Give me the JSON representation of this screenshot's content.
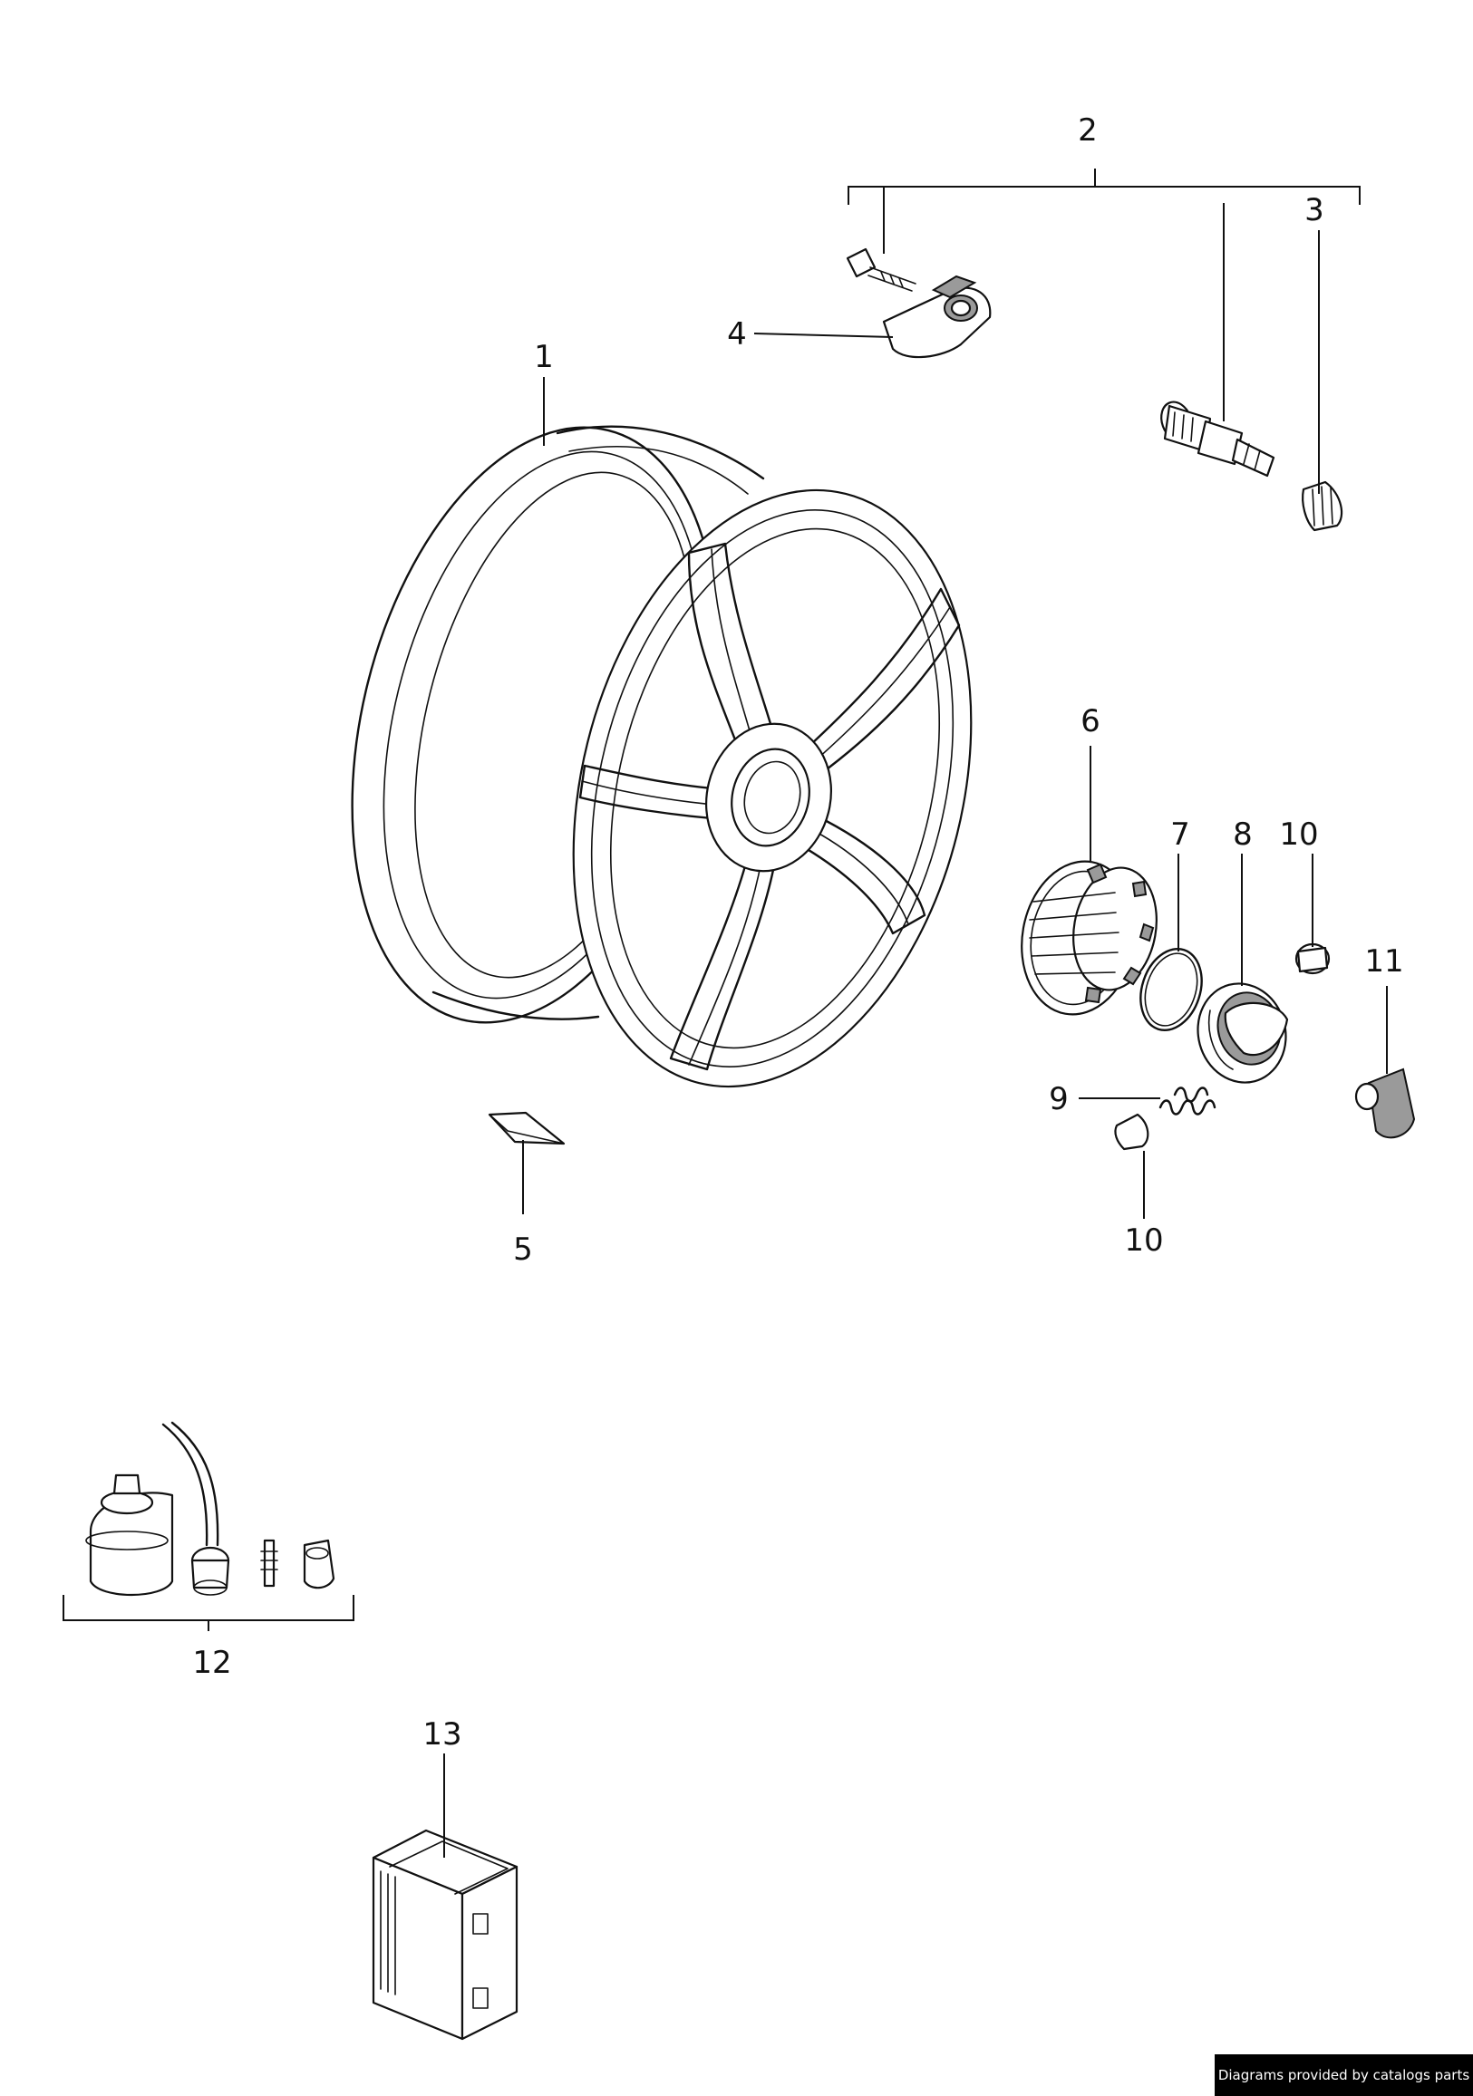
{
  "callouts": {
    "c1": "1",
    "c2": "2",
    "c3": "3",
    "c4": "4",
    "c5": "5",
    "c6": "6",
    "c7": "7",
    "c8": "8",
    "c9": "9",
    "c10a": "10",
    "c10b": "10",
    "c11": "11",
    "c12": "12",
    "c13": "13"
  },
  "footer": {
    "credit": "Diagrams provided by catalogs parts"
  },
  "colors": {
    "line": "#111111",
    "background": "#ffffff",
    "badge": "#000000"
  }
}
